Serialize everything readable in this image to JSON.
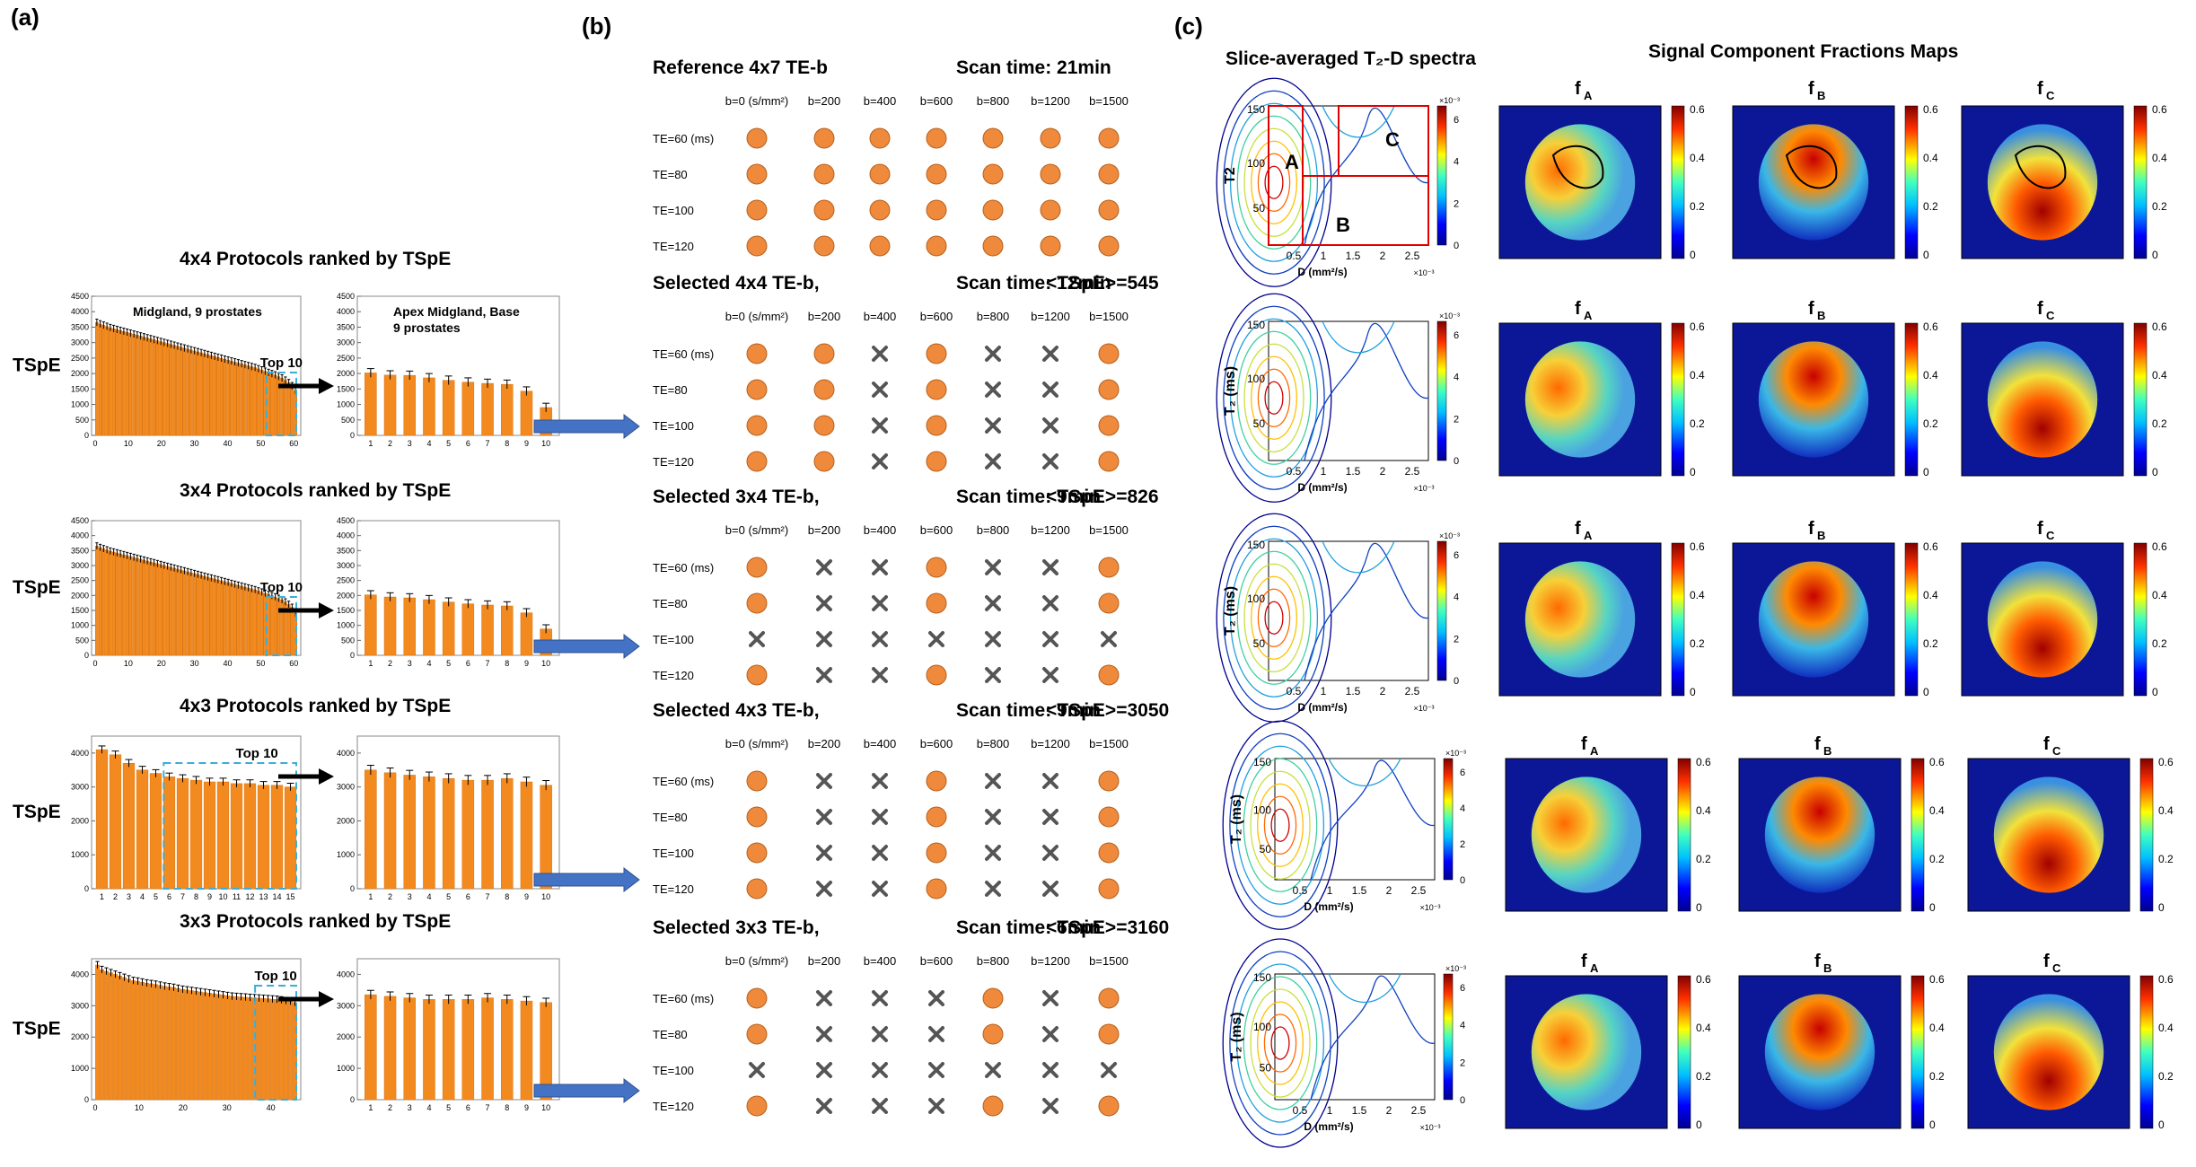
{
  "panel_labels": [
    "(a)",
    "(b)",
    "(c)"
  ],
  "panel_a": {
    "ylabel": "TSpE",
    "apex_text": "Apex Midgland, Base",
    "prostates_text": "9 prostates",
    "midgland_text": "Midgland, 9 prostates",
    "top10_label": "Top 10",
    "rows": [
      {
        "title": "4x4 Protocols ranked by TSpE"
      },
      {
        "title": "3x4 Protocols ranked by TSpE"
      },
      {
        "title": "4x3 Protocols ranked by TSpE"
      },
      {
        "title": "3x3 Protocols ranked by TSpE"
      }
    ]
  },
  "panel_b": {
    "b_values": [
      "b=0 (s/mm²)",
      "b=200",
      "b=400",
      "b=600",
      "b=800",
      "b=1200",
      "b=1500"
    ],
    "te_values": [
      "TE=60 (ms)",
      "TE=80",
      "TE=100",
      "TE=120"
    ],
    "protocols": [
      {
        "title": "Reference 4x7 TE-b",
        "scan_time": "Scan time: 21min",
        "tspe": "",
        "grid": [
          [
            1,
            1,
            1,
            1,
            1,
            1,
            1
          ],
          [
            1,
            1,
            1,
            1,
            1,
            1,
            1
          ],
          [
            1,
            1,
            1,
            1,
            1,
            1,
            1
          ],
          [
            1,
            1,
            1,
            1,
            1,
            1,
            1
          ]
        ]
      },
      {
        "title": "Selected 4x4 TE-b,",
        "scan_time": "Scan time: 12min",
        "tspe": "<TSpE>=545",
        "grid": [
          [
            1,
            1,
            0,
            1,
            0,
            0,
            1
          ],
          [
            1,
            1,
            0,
            1,
            0,
            0,
            1
          ],
          [
            1,
            1,
            0,
            1,
            0,
            0,
            1
          ],
          [
            1,
            1,
            0,
            1,
            0,
            0,
            1
          ]
        ]
      },
      {
        "title": "Selected 3x4 TE-b,",
        "scan_time": "Scan time: 9min",
        "tspe": "<TSpE>=826",
        "grid": [
          [
            1,
            0,
            0,
            1,
            0,
            0,
            1
          ],
          [
            1,
            0,
            0,
            1,
            0,
            0,
            1
          ],
          [
            0,
            0,
            0,
            0,
            0,
            0,
            0
          ],
          [
            1,
            0,
            0,
            1,
            0,
            0,
            1
          ]
        ]
      },
      {
        "title": "Selected 4x3 TE-b,",
        "scan_time": "Scan time: 9min",
        "tspe": "<TSpE>=3050",
        "grid": [
          [
            1,
            0,
            0,
            1,
            0,
            0,
            1
          ],
          [
            1,
            0,
            0,
            1,
            0,
            0,
            1
          ],
          [
            1,
            0,
            0,
            1,
            0,
            0,
            1
          ],
          [
            1,
            0,
            0,
            1,
            0,
            0,
            1
          ]
        ]
      },
      {
        "title": "Selected 3x3 TE-b,",
        "scan_time": "Scan time: 6min",
        "tspe": "<TSpE>=3160",
        "grid": [
          [
            1,
            0,
            0,
            0,
            1,
            0,
            1
          ],
          [
            1,
            0,
            0,
            0,
            1,
            0,
            1
          ],
          [
            0,
            0,
            0,
            0,
            0,
            0,
            0
          ],
          [
            1,
            0,
            0,
            0,
            1,
            0,
            1
          ]
        ]
      }
    ]
  },
  "panel_c": {
    "spectra_title": "Slice-averaged T₂-D spectra",
    "maps_title": "Signal Component Fractions Maps",
    "map_labels": [
      "f",
      "f",
      "f"
    ],
    "map_subs": [
      "A",
      "B",
      "C"
    ],
    "spectrum_xlabel": "D (mm²/s)",
    "x_exponent": "×10⁻³",
    "cbar_exponent": "×10⁻³",
    "ylabel_first": "T2",
    "ylabel_rest": "T₂ (ms)",
    "region_labels": [
      "A",
      "B",
      "C"
    ],
    "spectrum_xticks": [
      "0.5",
      "1",
      "1.5",
      "2",
      "2.5"
    ],
    "spectrum_yticks": [
      "150",
      "100",
      "50"
    ],
    "spectrum_cbar_ticks": [
      "6",
      "4",
      "2",
      "0"
    ],
    "map_cbar_ticks": [
      "0.6",
      "0.4",
      "0.2",
      "0"
    ]
  },
  "chart_data": [
    {
      "type": "bar",
      "title": "",
      "panel": "4x4 ranked (all)",
      "x_ticks": [
        "0",
        "10",
        "20",
        "30",
        "40",
        "50",
        "60"
      ],
      "y_ticks": [
        "0",
        "500",
        "1000",
        "1500",
        "2000",
        "2500",
        "3000",
        "3500",
        "4000",
        "4500"
      ],
      "ylim": [
        0,
        4500
      ],
      "xlim": [
        0,
        61
      ],
      "values": [
        3650,
        3600,
        3560,
        3520,
        3480,
        3450,
        3420,
        3390,
        3360,
        3330,
        3300,
        3270,
        3240,
        3210,
        3180,
        3150,
        3120,
        3090,
        3060,
        3030,
        3000,
        2970,
        2940,
        2910,
        2880,
        2850,
        2820,
        2790,
        2760,
        2730,
        2700,
        2670,
        2640,
        2610,
        2580,
        2550,
        2520,
        2490,
        2460,
        2430,
        2400,
        2370,
        2340,
        2310,
        2280,
        2250,
        2220,
        2190,
        2150,
        2110,
        2070,
        2030,
        1990,
        1950,
        1900,
        1850,
        1780,
        1700,
        1600,
        1450
      ]
    },
    {
      "type": "bar",
      "title": "",
      "panel": "4x4 top 10",
      "categories": [
        "1",
        "2",
        "3",
        "4",
        "5",
        "6",
        "7",
        "8",
        "9",
        "10"
      ],
      "y_ticks": [
        "0",
        "500",
        "1000",
        "1500",
        "2000",
        "2500",
        "3000",
        "3500",
        "4000",
        "4500"
      ],
      "ylim": [
        0,
        4500
      ],
      "values": [
        2020,
        1950,
        1940,
        1860,
        1780,
        1720,
        1680,
        1650,
        1430,
        900
      ]
    },
    {
      "type": "bar",
      "title": "",
      "panel": "3x4 ranked (all)",
      "x_ticks": [
        "0",
        "10",
        "20",
        "30",
        "40",
        "50",
        "60"
      ],
      "y_ticks": [
        "0",
        "500",
        "1000",
        "1500",
        "2000",
        "2500",
        "3000",
        "3500",
        "4000",
        "4500"
      ],
      "ylim": [
        0,
        4500
      ],
      "xlim": [
        0,
        61
      ],
      "values": [
        3650,
        3600,
        3560,
        3520,
        3480,
        3450,
        3420,
        3390,
        3360,
        3330,
        3300,
        3270,
        3240,
        3210,
        3180,
        3150,
        3120,
        3090,
        3060,
        3030,
        3000,
        2970,
        2940,
        2910,
        2880,
        2850,
        2820,
        2790,
        2760,
        2730,
        2700,
        2670,
        2640,
        2610,
        2580,
        2550,
        2520,
        2490,
        2460,
        2430,
        2400,
        2370,
        2340,
        2310,
        2280,
        2250,
        2220,
        2190,
        2150,
        2110,
        2070,
        2030,
        1990,
        1950,
        1900,
        1850,
        1780,
        1700,
        1600,
        1400
      ]
    },
    {
      "type": "bar",
      "title": "",
      "panel": "3x4 top 10",
      "categories": [
        "1",
        "2",
        "3",
        "4",
        "5",
        "6",
        "7",
        "8",
        "9",
        "10"
      ],
      "y_ticks": [
        "0",
        "500",
        "1000",
        "1500",
        "2000",
        "2500",
        "3000",
        "3500",
        "4000",
        "4500"
      ],
      "ylim": [
        0,
        4500
      ],
      "values": [
        2020,
        1950,
        1920,
        1860,
        1780,
        1720,
        1680,
        1650,
        1420,
        880
      ]
    },
    {
      "type": "bar",
      "title": "",
      "panel": "4x3 ranked (all)",
      "categories": [
        "1",
        "2",
        "3",
        "4",
        "5",
        "6",
        "7",
        "8",
        "9",
        "10",
        "11",
        "12",
        "13",
        "14",
        "15"
      ],
      "y_ticks": [
        "0",
        "1000",
        "2000",
        "3000",
        "4000"
      ],
      "ylim": [
        0,
        4500
      ],
      "values": [
        4100,
        3950,
        3700,
        3500,
        3400,
        3300,
        3250,
        3200,
        3150,
        3150,
        3100,
        3100,
        3050,
        3050,
        3000
      ]
    },
    {
      "type": "bar",
      "title": "",
      "panel": "4x3 top 10",
      "categories": [
        "1",
        "2",
        "3",
        "4",
        "5",
        "6",
        "7",
        "8",
        "9",
        "10"
      ],
      "y_ticks": [
        "0",
        "1000",
        "2000",
        "3000",
        "4000"
      ],
      "ylim": [
        0,
        4500
      ],
      "values": [
        3500,
        3420,
        3350,
        3300,
        3250,
        3200,
        3200,
        3250,
        3150,
        3050
      ]
    },
    {
      "type": "bar",
      "title": "",
      "panel": "3x3 ranked (all)",
      "x_ticks": [
        "0",
        "10",
        "20",
        "30",
        "40"
      ],
      "y_ticks": [
        "0",
        "1000",
        "2000",
        "3000",
        "4000"
      ],
      "ylim": [
        0,
        4500
      ],
      "xlim": [
        0,
        46
      ],
      "values": [
        4300,
        4150,
        4100,
        4050,
        4000,
        3950,
        3900,
        3850,
        3800,
        3780,
        3750,
        3720,
        3700,
        3680,
        3650,
        3620,
        3600,
        3580,
        3550,
        3520,
        3500,
        3480,
        3460,
        3440,
        3420,
        3400,
        3380,
        3360,
        3340,
        3320,
        3300,
        3290,
        3280,
        3270,
        3260,
        3250,
        3240,
        3230,
        3220,
        3210,
        3200,
        3180,
        3160,
        3140,
        3100
      ]
    },
    {
      "type": "bar",
      "title": "",
      "panel": "3x3 top 10",
      "categories": [
        "1",
        "2",
        "3",
        "4",
        "5",
        "6",
        "7",
        "8",
        "9",
        "10"
      ],
      "y_ticks": [
        "0",
        "1000",
        "2000",
        "3000",
        "4000"
      ],
      "ylim": [
        0,
        4500
      ],
      "values": [
        3350,
        3300,
        3250,
        3200,
        3200,
        3200,
        3250,
        3200,
        3150,
        3100
      ]
    }
  ]
}
